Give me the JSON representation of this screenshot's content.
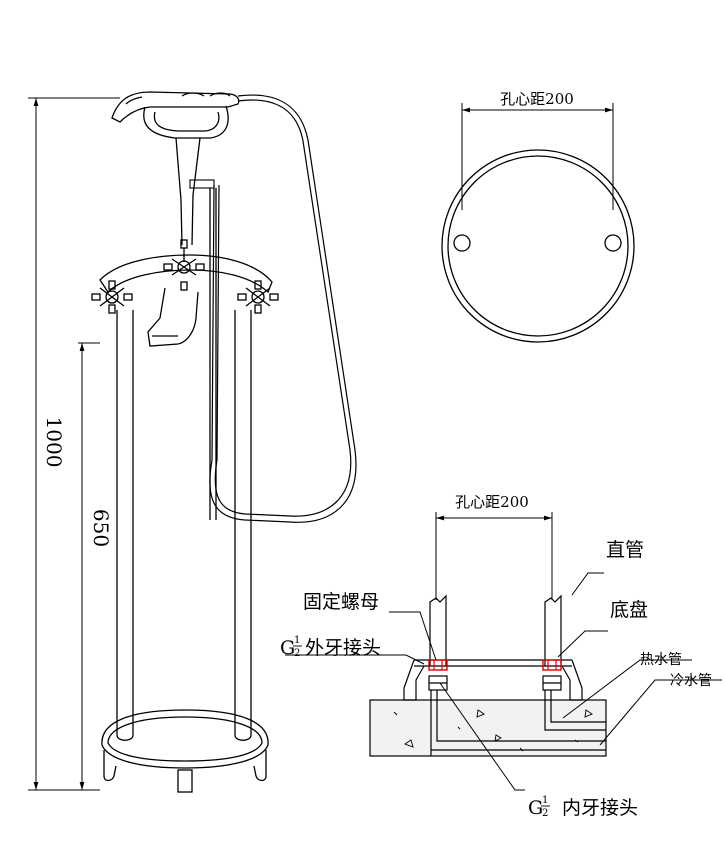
{
  "dimensions": {
    "overall_height": "1000",
    "column_height": "650"
  },
  "base_plate_view": {
    "hole_spacing": "孔心距200"
  },
  "installation_detail": {
    "hole_spacing": "孔心距200",
    "labels": {
      "straight_pipe": "直管",
      "base_plate": "底盘",
      "fixing_nut": "固定螺母",
      "hot_water_pipe": "热水管",
      "cold_water_pipe": "冷水管",
      "male_connector_prefix": "G",
      "male_connector_num": "1",
      "male_connector_den": "2",
      "male_connector_text": "外牙接头",
      "female_connector_prefix": "G",
      "female_connector_num": "1",
      "female_connector_den": "2",
      "female_connector_text": "内牙接头"
    }
  },
  "colors": {
    "line": "#000000",
    "highlight": "#e00000",
    "concrete": "#f2f2f2"
  }
}
